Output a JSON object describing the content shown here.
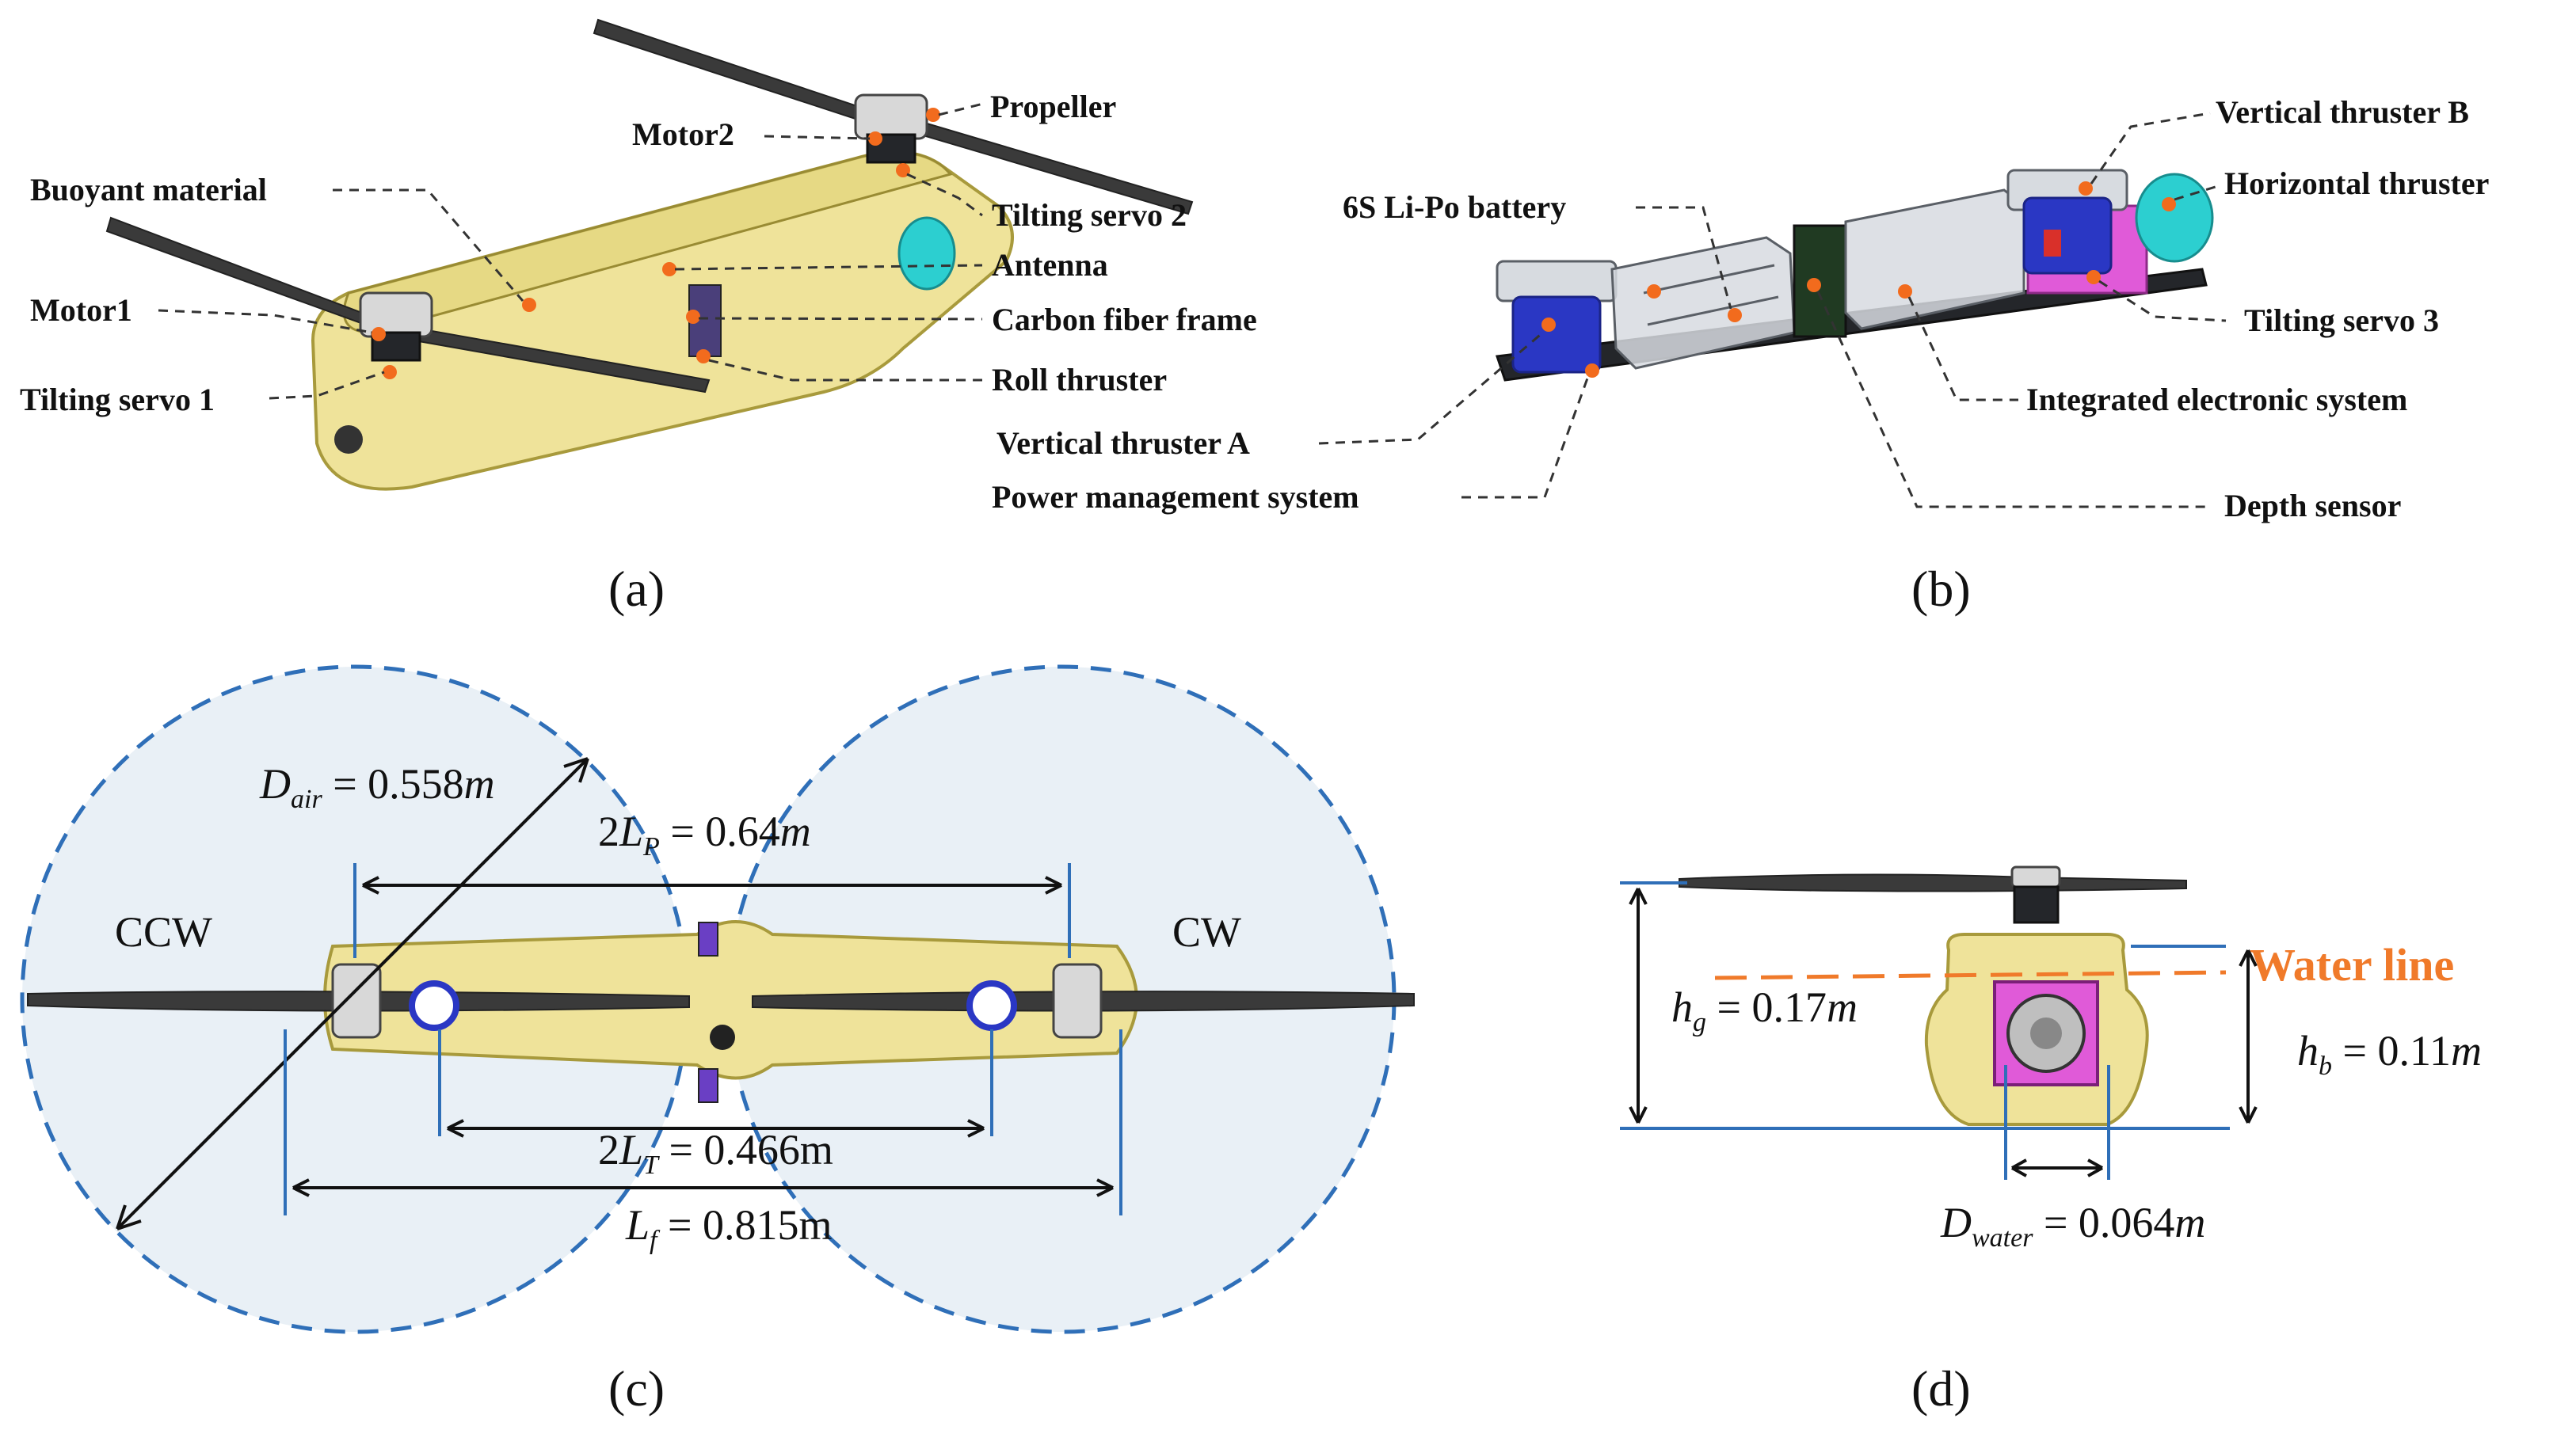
{
  "panels": {
    "a": {
      "caption": "(a)",
      "labels": {
        "propeller": "Propeller",
        "motor2": "Motor2",
        "buoyant_material": "Buoyant material",
        "tilting_servo_2": "Tilting servo 2",
        "antenna": "Antenna",
        "motor1": "Motor1",
        "carbon_fiber_frame": "Carbon fiber frame",
        "tilting_servo_1": "Tilting servo 1",
        "roll_thruster": "Roll thruster"
      }
    },
    "b": {
      "caption": "(b)",
      "labels": {
        "vertical_thruster_b": "Vertical thruster B",
        "horizontal_thruster": "Horizontal thruster",
        "battery": "6S Li-Po battery",
        "tilting_servo_3": "Tilting servo 3",
        "integrated_electronic_system": "Integrated electronic system",
        "vertical_thruster_a": "Vertical thruster A",
        "power_management_system": "Power management system",
        "depth_sensor": "Depth sensor"
      }
    },
    "c": {
      "caption": "(c)",
      "ccw": "CCW",
      "cw": "CW",
      "d_air": {
        "symbol": "D",
        "sub": "air",
        "value": " = 0.558",
        "unit": "m"
      },
      "l_p": {
        "pre": "2",
        "symbol": "L",
        "sub": "P",
        "value": " = 0.64",
        "unit": "m"
      },
      "l_t": {
        "pre": "2",
        "symbol": "L",
        "sub": "T",
        "value": " = 0.466m"
      },
      "l_f": {
        "symbol": "L",
        "sub": "f",
        "value": " = 0.815m"
      }
    },
    "d": {
      "caption": "(d)",
      "water_line": "Water line",
      "h_g": {
        "symbol": "h",
        "sub": "g",
        "value": " = 0.17",
        "unit": "m"
      },
      "h_b": {
        "symbol": "h",
        "sub": "b",
        "value": " = 0.11",
        "unit": "m"
      },
      "d_water": {
        "symbol": "D",
        "sub": "water",
        "value": " = 0.064",
        "unit": "m"
      }
    }
  },
  "colors": {
    "accent_dots": "#f26b1d",
    "dimension_lines": "#2f6fb8",
    "water_line": "#f07a2a",
    "hull": "#efe39a"
  }
}
